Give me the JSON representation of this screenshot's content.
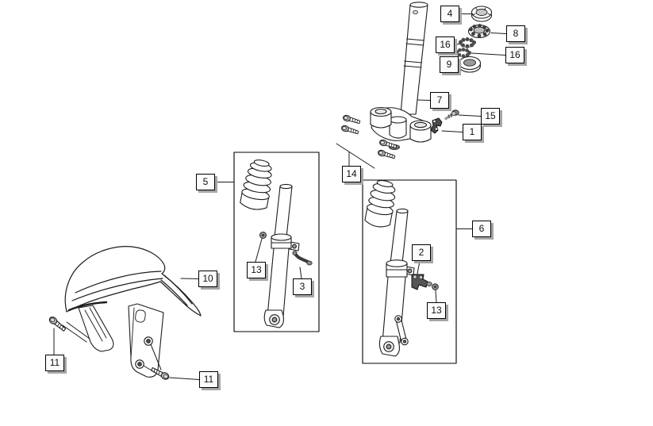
{
  "style": {
    "line_color": "#1c1c1c",
    "label_bg": "#fcfcfc",
    "label_border": "#000000",
    "label_shadow": "#a6a6a6",
    "label_text": "#111111",
    "background": "#ffffff"
  },
  "callouts": [
    {
      "label": "4"
    },
    {
      "label": "8"
    },
    {
      "label": "16"
    },
    {
      "label": "16"
    },
    {
      "label": "9"
    },
    {
      "label": "7"
    },
    {
      "label": "15"
    },
    {
      "label": "1"
    },
    {
      "label": "14"
    },
    {
      "label": "5"
    },
    {
      "label": "13"
    },
    {
      "label": "3"
    },
    {
      "label": "6"
    },
    {
      "label": "2"
    },
    {
      "label": "13"
    },
    {
      "label": "10"
    },
    {
      "label": "11"
    },
    {
      "label": "11"
    }
  ]
}
